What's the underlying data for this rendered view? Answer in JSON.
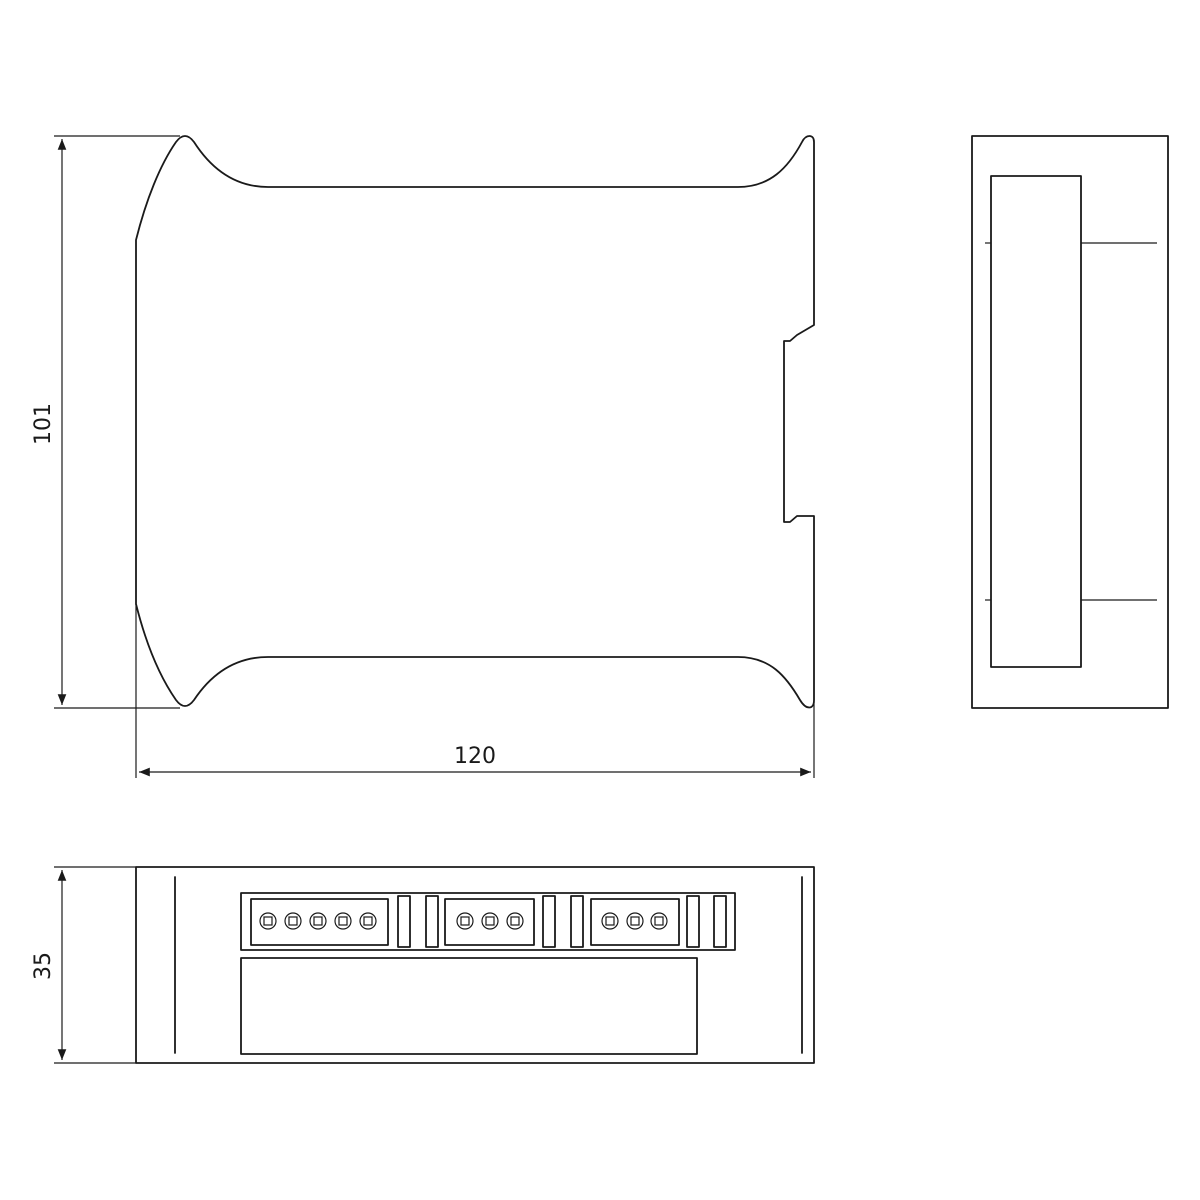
{
  "dimensions": {
    "height": "101",
    "width": "120",
    "depth": "35"
  },
  "colors": {
    "line": "#1a1a1a",
    "background": "#ffffff"
  },
  "terminals": {
    "block_1_pins": 5,
    "block_2_pins": 3,
    "block_3_pins": 3
  }
}
